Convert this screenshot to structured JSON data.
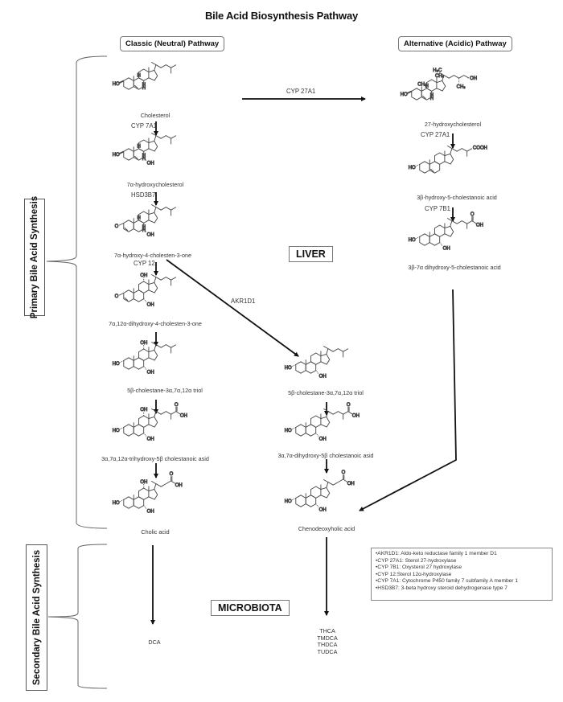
{
  "title": "Bile Acid Biosynthesis Pathway",
  "pathways": {
    "classic": "Classic (Neutral) Pathway",
    "alternative": "Alternative (Acidic) Pathway"
  },
  "side_labels": {
    "primary": "Primary Bile Acid Synthesis",
    "secondary": "Secondary Bile Acid Synthesis"
  },
  "regions": {
    "liver": "LIVER",
    "microbiota": "MICROBIOTA"
  },
  "compounds": {
    "cholesterol": "Cholesterol",
    "hydroxycholesterol_7a": "7α-hydroxycholesterol",
    "hydroxy_cholesten_one": "7α-hydroxy-4-cholesten-3-one",
    "dihydroxy_cholesten_one": "7α,12α-dihydroxy-4-cholesten-3-one",
    "triol_left": "5β-cholestane-3α,7α,12α triol",
    "trihydroxy_acid": "3α,7α,12α-trihydroxy-5β  cholestanoic asid",
    "cholic_acid": "Cholic acid",
    "triol_middle": "5β-cholestane-3α,7α,12α  triol",
    "dihydroxy_acid": "3α,7α-dihydroxy-5β  cholestanoic asid",
    "chenodeoxycholic_acid": "Chenodeoxyholic acid",
    "hydroxycholesterol_27": "27-hydroxycholesterol",
    "hydroxy_cholestanoic": "3β-hydroxy-5-cholestanoic  acid",
    "dihydroxy_cholestanoic": "3β-7α dihydroxy-5-cholestanoic  acid",
    "dca": "DCA",
    "secondary_products": [
      "THCA",
      "TMDCA",
      "THDCA",
      "TUDCA"
    ]
  },
  "enzymes": {
    "cyp27a1_horizontal": "CYP 27A1",
    "cyp7a1": "CYP 7A1",
    "hsd3b7": "HSD3B7",
    "cyp12": "CYP 12",
    "akr1d1": "AKR1D1",
    "cyp27a1_vertical": "CYP 27A1",
    "cyp7b1": "CYP 7B1"
  },
  "legend": [
    "•AKR1D1: Aldo-keto reductase family  1 member D1",
    "•CYP 27A1: Sterol 27-hydroxylase",
    "•CYP 7B1: Oxysterol  27 hydroxylase",
    "•CYP 12:Sterol 12α-hydroxylase",
    "•CYP 7A1: Cytochrome  P450 family 7 subfamily  A member 1",
    "•HSD3B7: 3-beta hydroxy  steroid dehydrogenase type 7"
  ],
  "structure_labels": {
    "ho": "HO",
    "oh": "OH",
    "o": "O",
    "h": "H",
    "cooh": "COOH",
    "ch3": "CH₃",
    "h3c": "H₃C"
  }
}
